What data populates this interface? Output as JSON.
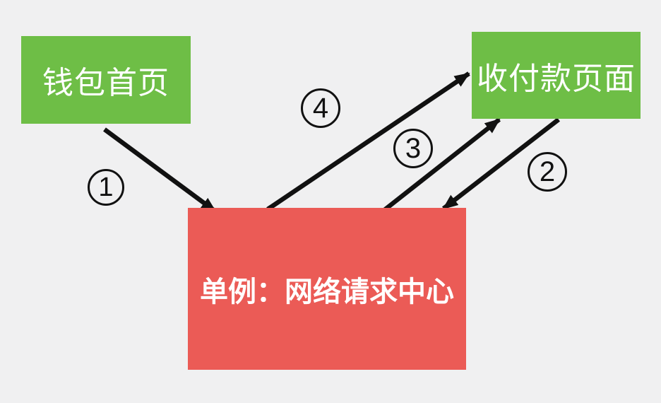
{
  "diagram": {
    "nodes": [
      {
        "id": "wallet-home",
        "label": "钱包首页",
        "shape": "rectangle",
        "color": "#6ebe46",
        "text_color": "#ffffff"
      },
      {
        "id": "payment-page",
        "label": "收付款页面",
        "shape": "rectangle",
        "color": "#6ebe46",
        "text_color": "#ffffff"
      },
      {
        "id": "network-center",
        "label": "单例：网络请求中心",
        "shape": "rectangle",
        "color": "#eb5b56",
        "text_color": "#ffffff"
      }
    ],
    "steps": [
      {
        "num": "1",
        "from": "wallet-home",
        "to": "network-center"
      },
      {
        "num": "2",
        "from": "payment-page",
        "to": "network-center"
      },
      {
        "num": "3",
        "from": "network-center",
        "to": "payment-page"
      },
      {
        "num": "4",
        "from": "network-center",
        "to": "payment-page"
      }
    ],
    "colors": {
      "background": "#f0f0f1",
      "node_green": "#6ebe46",
      "node_red": "#eb5b56",
      "arrow": "#111111",
      "node_text": "#ffffff"
    }
  }
}
